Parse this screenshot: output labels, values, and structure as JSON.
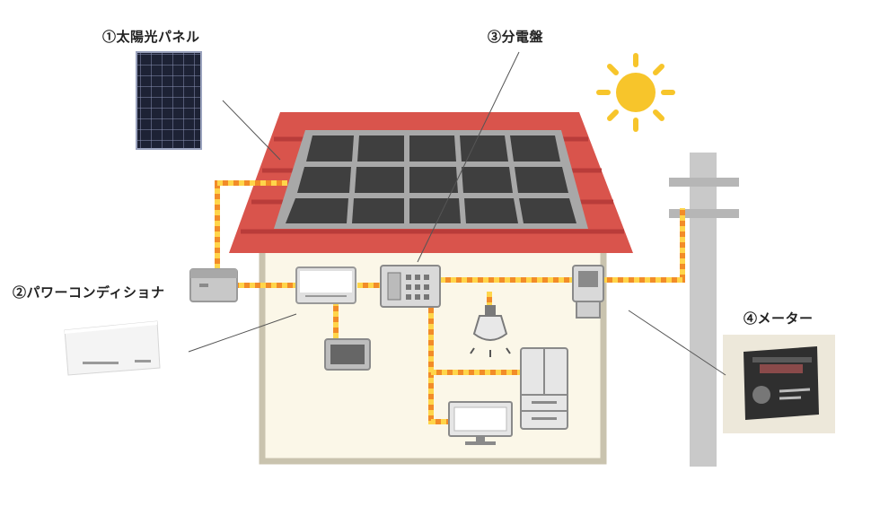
{
  "labels": {
    "solar_panel": "①太陽光パネル",
    "distribution_board": "③分電盤",
    "power_conditioner": "②パワーコンディショナ",
    "meter": "④メーター"
  },
  "icons": {
    "sun": "sun-icon",
    "bulb": "light-bulb-icon",
    "fridge": "refrigerator-icon",
    "tv": "television-icon",
    "pole": "utility-pole-icon"
  },
  "colors": {
    "roof": "#d9544c",
    "roof_stripe": "#b93c3a",
    "wall": "#fbf7e8",
    "wall_border": "#c9c3ae",
    "panel_frame": "#a8a8a8",
    "panel_cell": "#3f3f3f",
    "wire_orange": "#f28c28",
    "wire_yellow": "#ffd54a",
    "sun": "#f7c52b"
  }
}
